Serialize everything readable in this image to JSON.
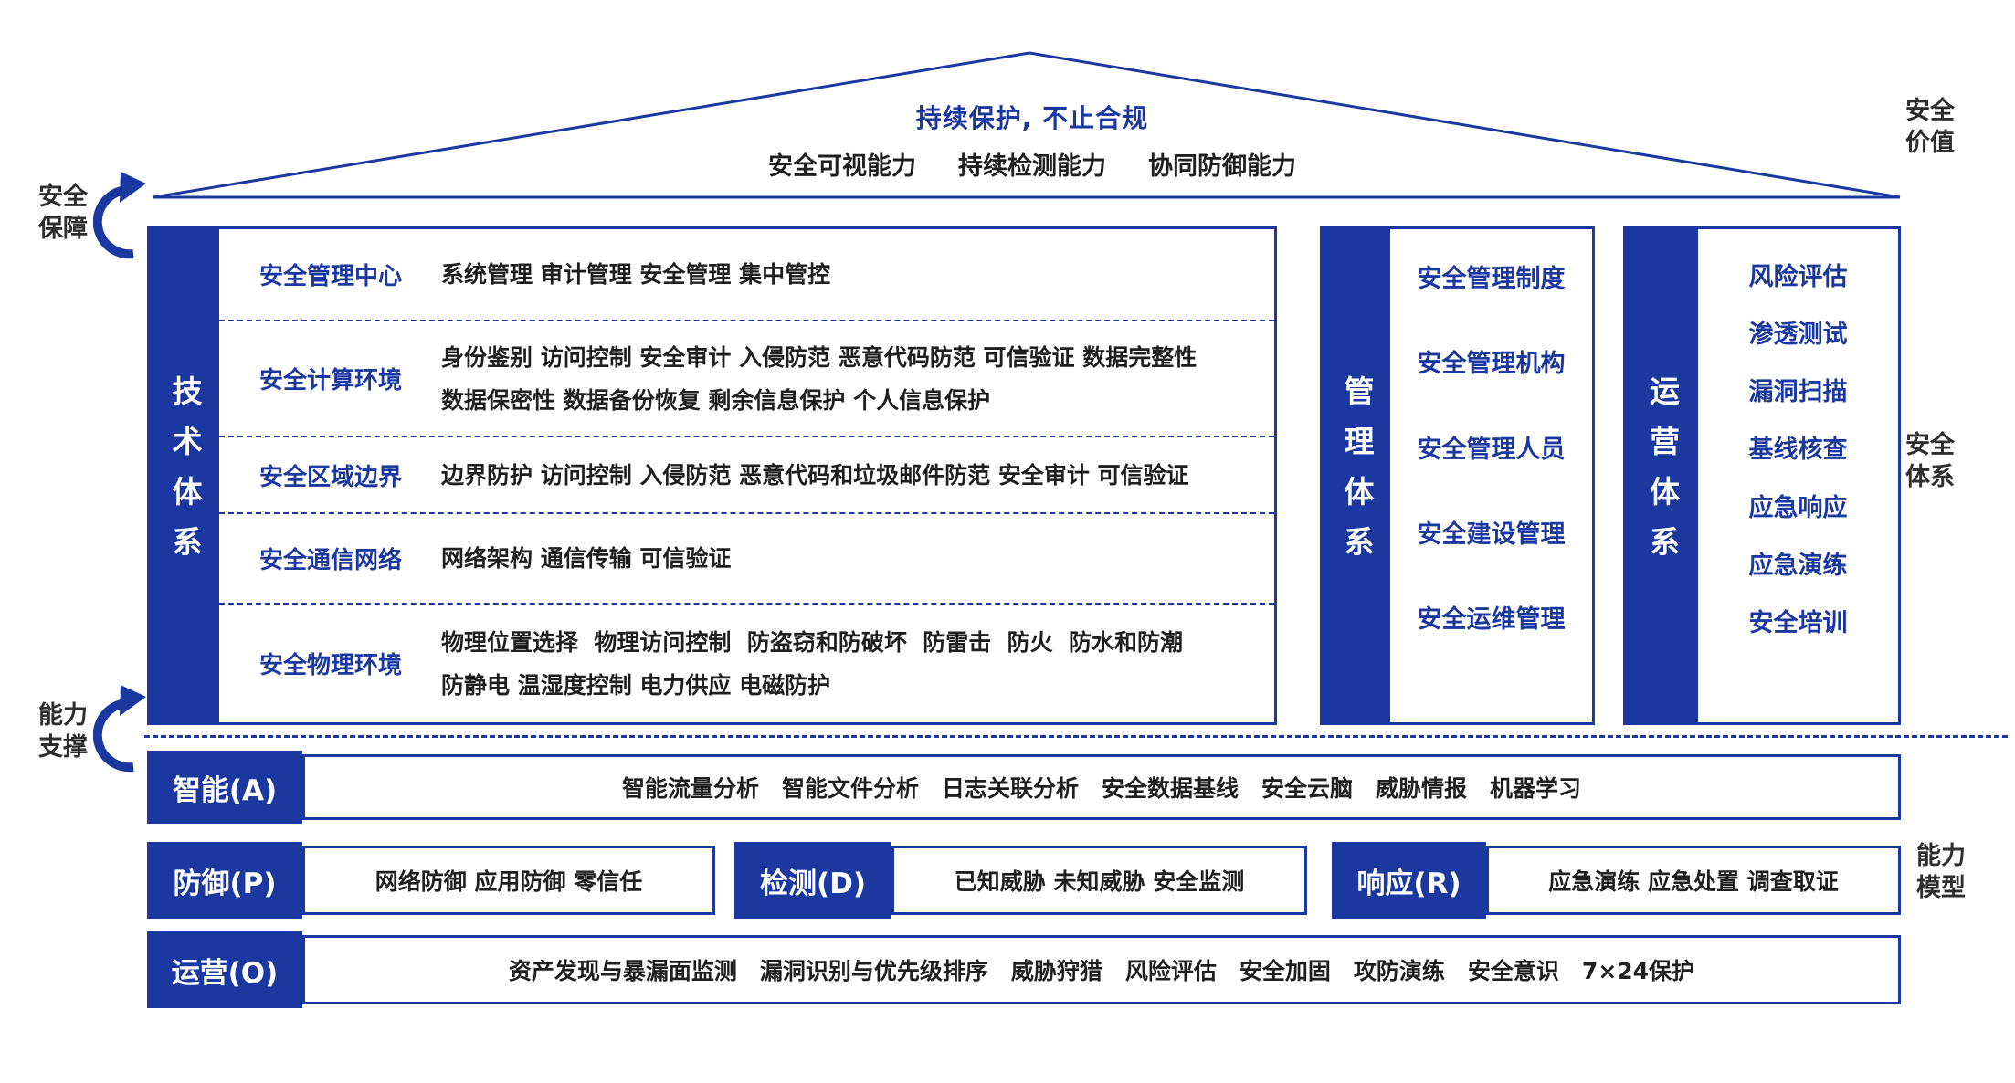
{
  "colors": {
    "blue": "#1b38a0",
    "text_dark": "#1f1f1f",
    "label_gray": "#2e2e2e"
  },
  "roof": {
    "slogan": "持续保护, 不止合规",
    "capabilities": [
      "安全可视能力",
      "持续检测能力",
      "协同防御能力"
    ]
  },
  "side_labels": {
    "security_assurance": "安全\n保障",
    "capability_support": "能力\n支撑",
    "security_value": "安全\n价值",
    "security_system": "安全\n体系",
    "capability_model": "能力\n模型"
  },
  "tech_system": {
    "bar_label": "技术体系",
    "rows": [
      {
        "label": "安全管理中心",
        "lines": [
          "系统管理 审计管理 安全管理 集中管控"
        ]
      },
      {
        "label": "安全计算环境",
        "lines": [
          "身份鉴别 访问控制 安全审计 入侵防范 恶意代码防范 可信验证 数据完整性",
          "数据保密性 数据备份恢复 剩余信息保护 个人信息保护"
        ]
      },
      {
        "label": "安全区域边界",
        "lines": [
          "边界防护 访问控制 入侵防范 恶意代码和垃圾邮件防范 安全审计 可信验证"
        ]
      },
      {
        "label": "安全通信网络",
        "lines": [
          "网络架构 通信传输 可信验证"
        ]
      },
      {
        "label": "安全物理环境",
        "lines": [
          "物理位置选择  物理访问控制  防盗窃和防破坏  防雷击  防火  防水和防潮",
          "防静电 温湿度控制 电力供应 电磁防护"
        ]
      }
    ]
  },
  "management_system": {
    "bar_label": "管理体系",
    "items": [
      "安全管理制度",
      "安全管理机构",
      "安全管理人员",
      "安全建设管理",
      "安全运维管理"
    ]
  },
  "operation_system": {
    "bar_label": "运营体系",
    "items": [
      "风险评估",
      "渗透测试",
      "漏洞扫描",
      "基线核查",
      "应急响应",
      "应急演练",
      "安全培训"
    ]
  },
  "capability_rows": {
    "intelligence": {
      "label": "智能(A)",
      "content": "智能流量分析　智能文件分析　日志关联分析　安全数据基线　安全云脑　威胁情报　机器学习"
    },
    "defense": {
      "label": "防御(P)",
      "content": "网络防御 应用防御 零信任"
    },
    "detection": {
      "label": "检测(D)",
      "content": "已知威胁 未知威胁 安全监测"
    },
    "response": {
      "label": "响应(R)",
      "content": "应急演练 应急处置 调查取证"
    },
    "operation": {
      "label": "运营(O)",
      "content": "资产发现与暴漏面监测　漏洞识别与优先级排序　威胁狩猎　风险评估　安全加固　攻防演练　安全意识　7×24保护"
    }
  }
}
